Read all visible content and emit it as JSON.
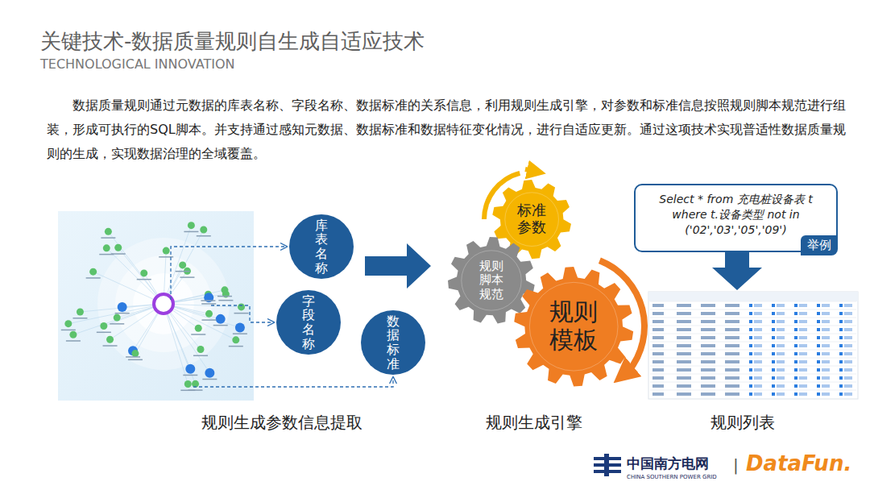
{
  "diagram": {
    "title": "关键技术-数据质量规则自生成自适应技术",
    "nodes": [
      {
        "text": [
          "库表名称"
        ]
      },
      {
        "text": [
          "字段名称"
        ]
      },
      {
        "text": [
          "数据标准"
        ]
      },
      {
        "text": [
          "标准参数"
        ]
      },
      {
        "text": [
          "规则脚本规范"
        ]
      },
      {
        "text": [
          "规则模板"
        ]
      },
      {
        "text": [
          "Select * from 充电桩设备表 t where t.设备类型 not in ('02','03','05','09')",
          "举例"
        ]
      }
    ],
    "labels": [
      "TECHNOLOGICAL INNOVATION",
      "数据质量规则通过元数据的库表名称、字段名称、数据标准的关系信息，利用规则生成引擎，对参数和标准信息按照规则脚本规范进行组装，形成可执行的SQL脚本。并支持通过感知元数据、数据标准和数据特征变化情况，进行自适应更新。通过这项技术实现普适性数据质量规则的生成，实现数据治理的全域覆盖。",
      "规则生成参数信息提取",
      "规则生成引擎",
      "规则列表",
      "中国南方电网",
      "CHINA SOUTHERN POWER GRID",
      "|",
      "DataFun."
    ]
  }
}
